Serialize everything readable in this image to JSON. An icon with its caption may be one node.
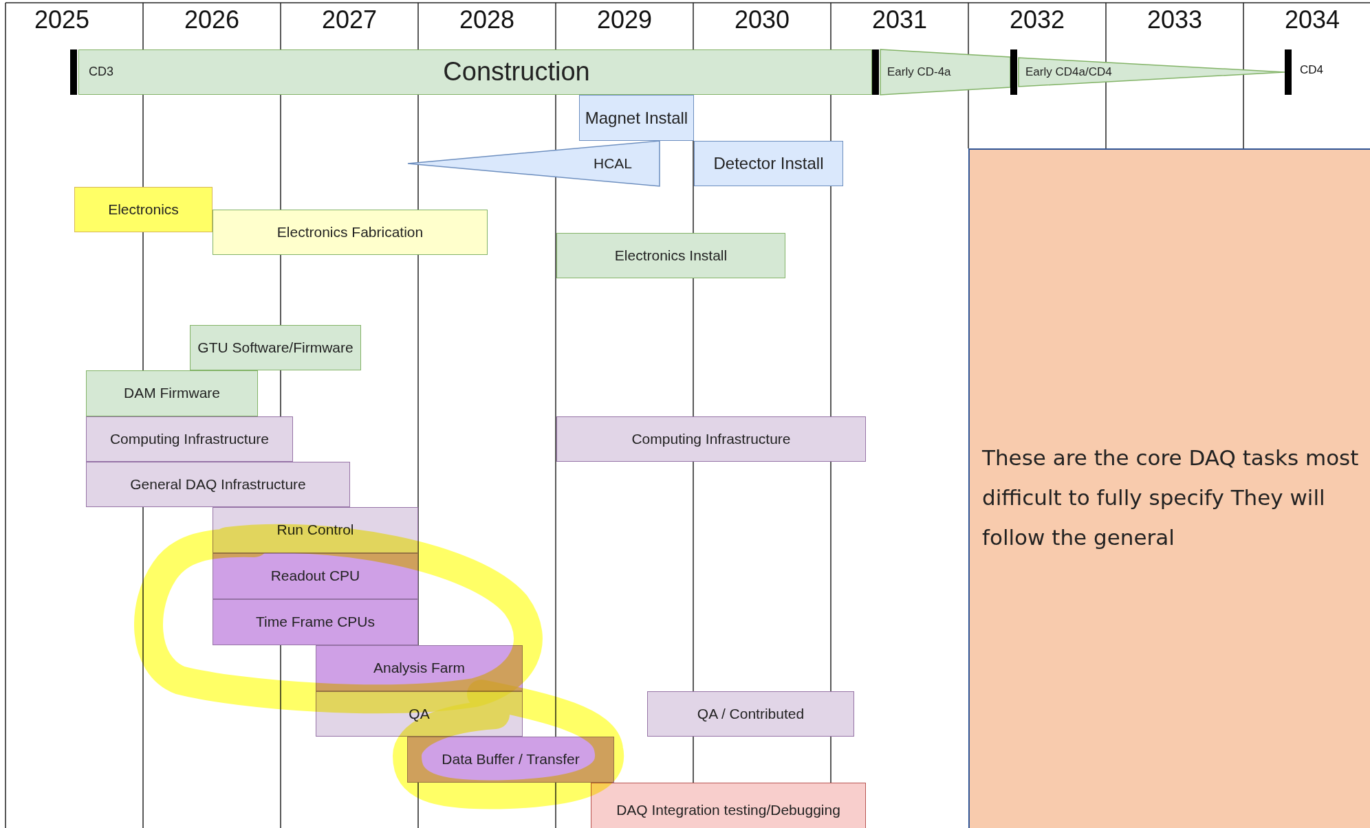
{
  "diagram": {
    "nodes": [
      {
        "text": [
          "CD3",
          "Construction"
        ]
      },
      {
        "text": [
          "Early CD-4a"
        ]
      },
      {
        "text": [
          "Early CD4a/CD4"
        ]
      },
      {
        "text": [
          "Magnet Install"
        ]
      },
      {
        "text": [
          "HCAL"
        ]
      },
      {
        "text": [
          "Detector Install"
        ]
      },
      {
        "text": [
          "Electronics"
        ]
      },
      {
        "text": [
          "Electronics Fabrication"
        ]
      },
      {
        "text": [
          "Electronics Install"
        ]
      },
      {
        "text": [
          "GTU Software/Firmware"
        ]
      },
      {
        "text": [
          "DAM Firmware"
        ]
      },
      {
        "text": [
          "Computing Infrastructure"
        ]
      },
      {
        "text": [
          "Computing Infrastructure"
        ]
      },
      {
        "text": [
          "General DAQ Infrastructure"
        ]
      },
      {
        "text": [
          "Run Control"
        ]
      },
      {
        "text": [
          "Readout CPU"
        ]
      },
      {
        "text": [
          "Time Frame CPUs"
        ]
      },
      {
        "text": [
          "Analysis Farm"
        ]
      },
      {
        "text": [
          "QA"
        ]
      },
      {
        "text": [
          "QA / Contributed"
        ]
      },
      {
        "text": [
          "Data Buffer / Transfer"
        ]
      },
      {
        "text": [
          "DAQ Integration testing/Debugging"
        ]
      },
      {
        "text": [
          "These are the core DAQ tasks most difficult to fully specify They will follow the general"
        ]
      }
    ],
    "labels": [
      "2025",
      "2026",
      "2027",
      "2028",
      "2029",
      "2030",
      "2031",
      "2032",
      "2033",
      "2034",
      "CD4"
    ]
  }
}
